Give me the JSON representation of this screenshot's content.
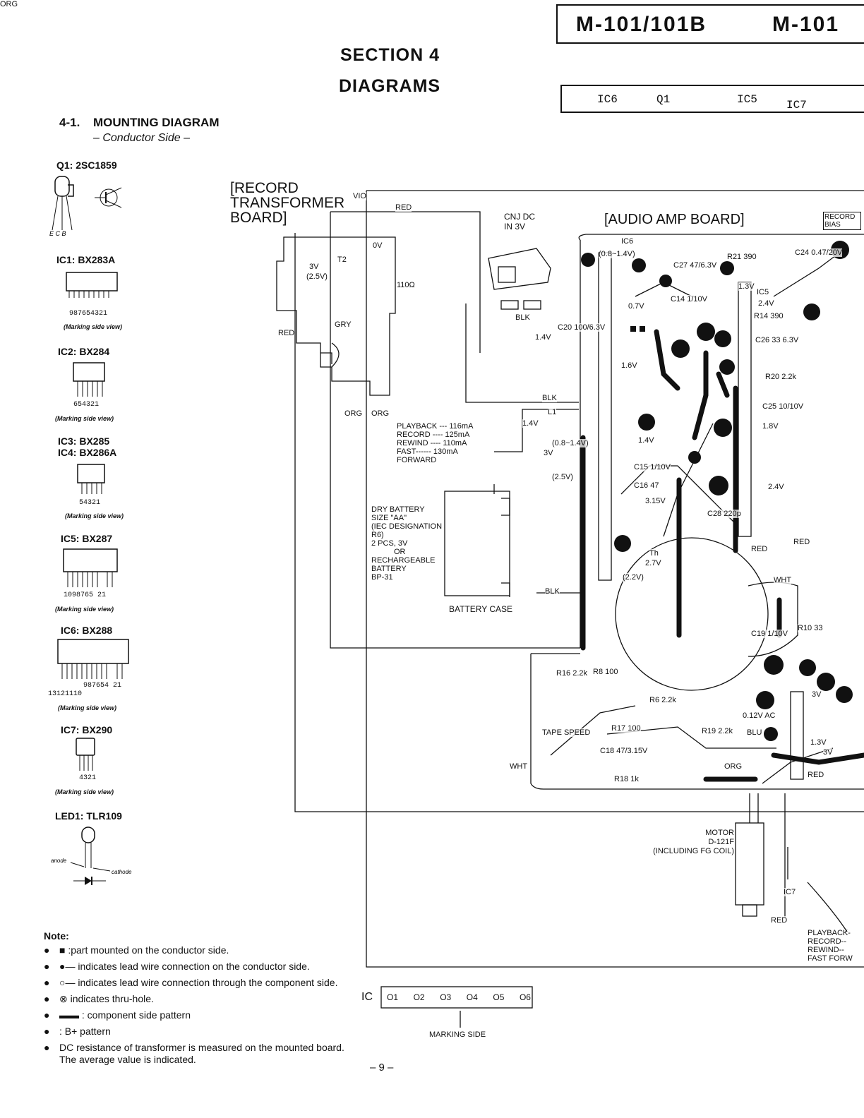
{
  "header": {
    "model_a": "M-101/101B",
    "model_b": "M-101",
    "section": "SECTION 4",
    "title": "DIAGRAMS",
    "ic_strip": [
      "IC6",
      "Q1",
      "IC5",
      "IC7"
    ]
  },
  "subsection": {
    "number": "4-1.",
    "title": "MOUNTING DIAGRAM",
    "subtitle": "– Conductor Side –"
  },
  "parts": [
    {
      "label": "Q1: 2SC1859",
      "pins": "E C B",
      "note": ""
    },
    {
      "label": "IC1: BX283A",
      "pins": "987654321",
      "note": "(Marking side view)"
    },
    {
      "label": "IC2: BX284",
      "pins": "654321",
      "note": "(Marking side view)"
    },
    {
      "label": "IC3: BX285",
      "label2": "IC4: BX286A",
      "pins": "54321",
      "note": "(Marking side view)"
    },
    {
      "label": "IC5: BX287",
      "pins": "1098765 21",
      "note": "(Marking side view)"
    },
    {
      "label": "IC6: BX288",
      "pins": "987654 21",
      "pins2": "13121110",
      "note": "(Marking side view)"
    },
    {
      "label": "IC7: BX290",
      "pins": "4321",
      "note": "(Marking side view)"
    },
    {
      "label": "LED1: TLR109",
      "anode": "anode",
      "cathode": "cathode"
    }
  ],
  "diagram": {
    "record_board": "[RECORD TRANSFORMER BOARD]",
    "audio_board": "[AUDIO AMP BOARD]",
    "record_bias": "RECORD BIAS",
    "cnj": "CNJ DC IN 3V",
    "battery": [
      "DRY BATTERY",
      "SIZE \"AA\"",
      "(IEC DESIGNATION",
      "R6)",
      "2 PCS, 3V",
      "OR",
      "RECHARGEABLE",
      "BATTERY",
      "BP-31"
    ],
    "battery_case": "BATTERY CASE",
    "current_table": [
      "PLAYBACK --- 116mA",
      "RECORD ---- 125mA",
      "REWIND ---- 110mA",
      "FAST------ 130mA",
      "FORWARD"
    ],
    "motor": [
      "MOTOR",
      "D-121F",
      "(INCLUDING FG COIL)"
    ],
    "marking_side": "MARKING SIDE",
    "ic_pin_label": "IC",
    "ic_pins": [
      "O1",
      "O2",
      "O3",
      "O4",
      "O5",
      "O6"
    ],
    "playback_tail": [
      "PLAYBACK-",
      "RECORD--",
      "REWIND--",
      "FAST FORW"
    ],
    "labels": [
      "VIO",
      "RED",
      "T2",
      "3V",
      "(2.5V)",
      "0V",
      "110Ω",
      "GRY",
      "RED",
      "ORG",
      "ORG",
      "BLK",
      "BLK",
      "BLK",
      "C20 100/6.3V",
      "1.4V",
      "(0.8~1.4V)",
      "IC6",
      "C27 47/6.3V",
      "0.7V",
      "C14 1/10V",
      "1.6V",
      "L1",
      "1.4V",
      "(0.8~1.4V)",
      "3V",
      "(2.5V)",
      "1.4V",
      "C15 1/10V",
      "C16 47",
      "3.15V",
      "Th",
      "2.7V",
      "(2.2V)",
      "1.3V",
      "IC5",
      "2.4V",
      "R21 390",
      "C24 0.47/20V",
      "R14 390",
      "C26 33 6.3V",
      "R20 2.2k",
      "C25 10/10V",
      "1.8V",
      "2.4V",
      "C28 220p",
      "RED",
      "RED",
      "WHT",
      "C19 1/10V",
      "R10 33",
      "R16 2.2k",
      "R8 100",
      "R6 2.2k",
      "R17 100",
      "TAPE SPEED",
      "C18 47/3.15V",
      "R18 1k",
      "R19 2.2k",
      "BLU",
      "ORG",
      "0.12V AC",
      "1.3V",
      "3V",
      "RED",
      "3V",
      "IC7",
      "RED",
      "WHT",
      "ORG"
    ]
  },
  "notes": {
    "title": "Note:",
    "items": [
      {
        "bullet": "●",
        "text": "■ :part mounted on the conductor side."
      },
      {
        "bullet": "●",
        "text": "●— indicates lead wire connection on the conductor side."
      },
      {
        "bullet": "●",
        "text": "○— indicates lead wire connection through the component side."
      },
      {
        "bullet": "●",
        "text": "⊗ indicates thru-hole."
      },
      {
        "bullet": "●",
        "text": "▬▬ : component side pattern"
      },
      {
        "bullet": "●",
        "text": "     : B+ pattern"
      },
      {
        "bullet": "●",
        "text": "DC resistance of transformer is measured on the mounted board. The average value is indicated."
      }
    ]
  },
  "page_number": "– 9 –"
}
